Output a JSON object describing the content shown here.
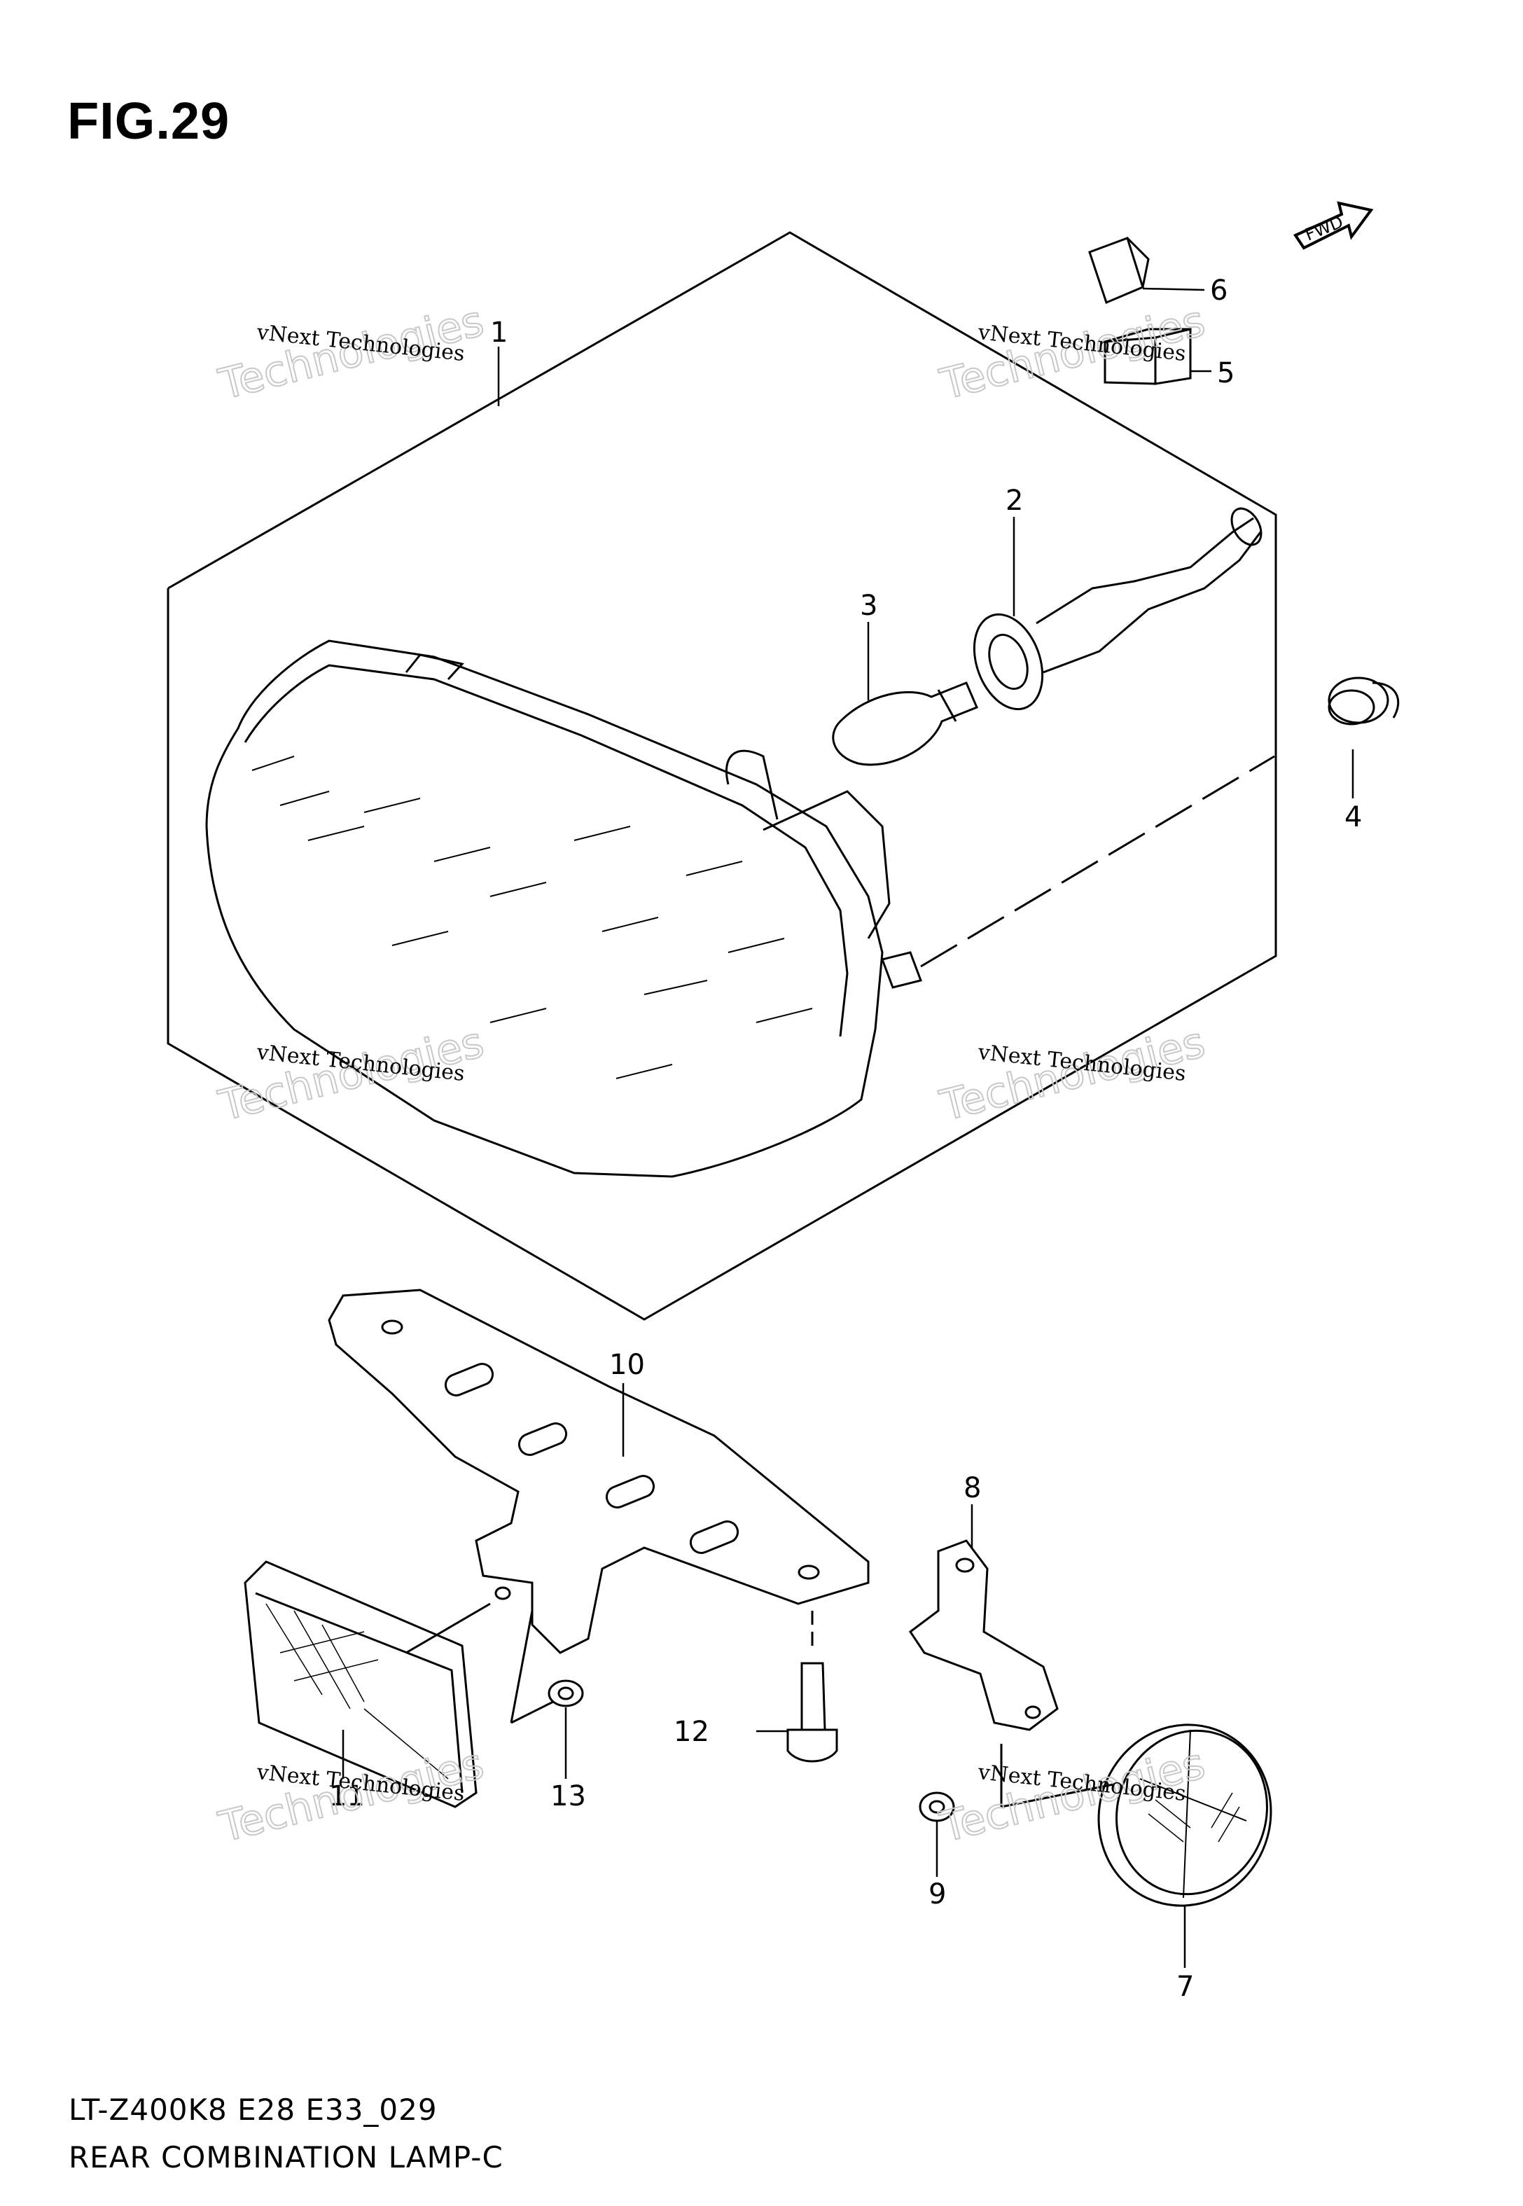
{
  "figure": {
    "title": "FIG.29"
  },
  "footer": {
    "model_code": "LT-Z400K8 E28 E33_029",
    "diagram_name": "REAR COMBINATION LAMP-C"
  },
  "direction_badge": {
    "label": "FWD"
  },
  "callouts": [
    "1",
    "2",
    "3",
    "4",
    "5",
    "6",
    "7",
    "8",
    "9",
    "10",
    "11",
    "12",
    "13"
  ],
  "watermark": {
    "line1": "vNext Technologies",
    "line2": "Technologies",
    "arc": "vNext"
  }
}
